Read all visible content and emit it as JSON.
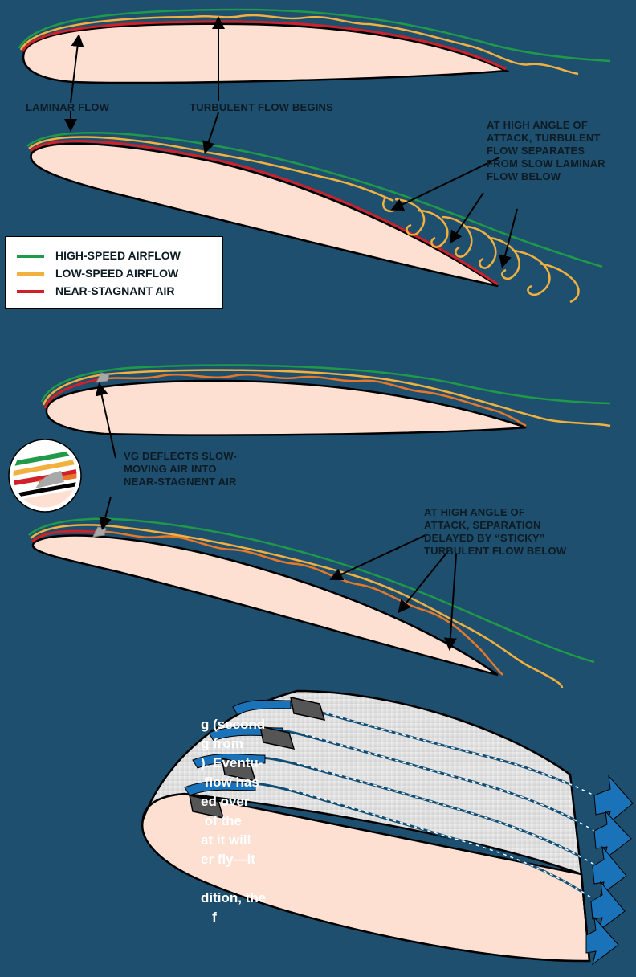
{
  "labels": {
    "laminar_flow": "LAMINAR FLOW",
    "turbulent_begins": "TURBULENT FLOW BEGINS",
    "separation": "AT HIGH ANGLE OF\nATTACK, TURBULENT\nFLOW SEPARATES\nFROM SLOW LAMINAR\nFLOW BELOW",
    "vg_deflects": "VG DEFLECTS SLOW-\nMOVING AIR INTO\nNEAR-STAGNENT AIR",
    "separation_delayed": "AT HIGH ANGLE OF\nATTACK, SEPARATION\nDELAYED BY “STICKY”\nTURBULENT FLOW BELOW"
  },
  "legend": {
    "items": [
      {
        "label": "HIGH-SPEED AIRFLOW",
        "color": "#1e9a48"
      },
      {
        "label": "LOW-SPEED AIRFLOW",
        "color": "#f2b13f"
      },
      {
        "label": "NEAR-STAGNANT AIR",
        "color": "#d0202a"
      }
    ]
  },
  "body_text_lines": [
    "g (second",
    "g from",
    "). Eventu-",
    " flow has",
    "ed over",
    " of the",
    "at it will",
    "er fly—it",
    "",
    "dition, the",
    "   f"
  ],
  "colors": {
    "background": "#1e4f6e",
    "airfoil": "#fde0d2",
    "high_speed": "#1e9a48",
    "low_speed": "#f2b13f",
    "near_stagnant": "#d0202a",
    "vg_flow": "#e8772a",
    "vortex_arrow": "#1a73b8"
  }
}
